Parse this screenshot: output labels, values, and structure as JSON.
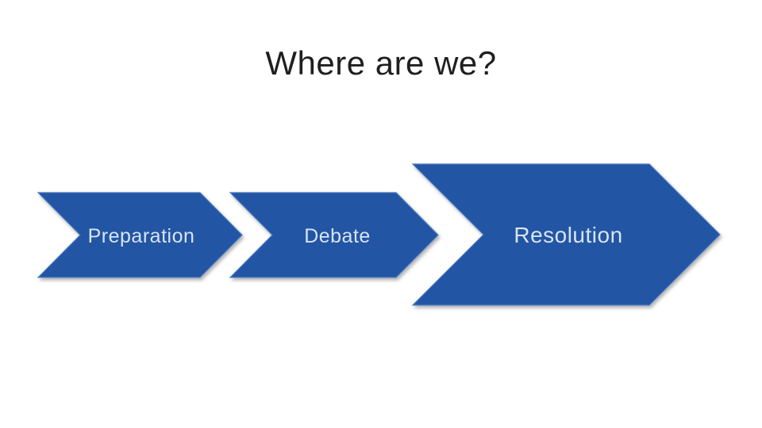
{
  "slide": {
    "title": "Where are we?",
    "process_steps": [
      {
        "label": "Preparation",
        "emphasized": false
      },
      {
        "label": "Debate",
        "emphasized": false
      },
      {
        "label": "Resolution",
        "emphasized": true
      }
    ]
  },
  "colors": {
    "background": "#FFFFFF",
    "chevron_fill": "#2155A4",
    "chevron_edge_highlight": "#4D7ABF",
    "label_text": "#D8E4F2",
    "title_text": "#1F1F1F"
  }
}
